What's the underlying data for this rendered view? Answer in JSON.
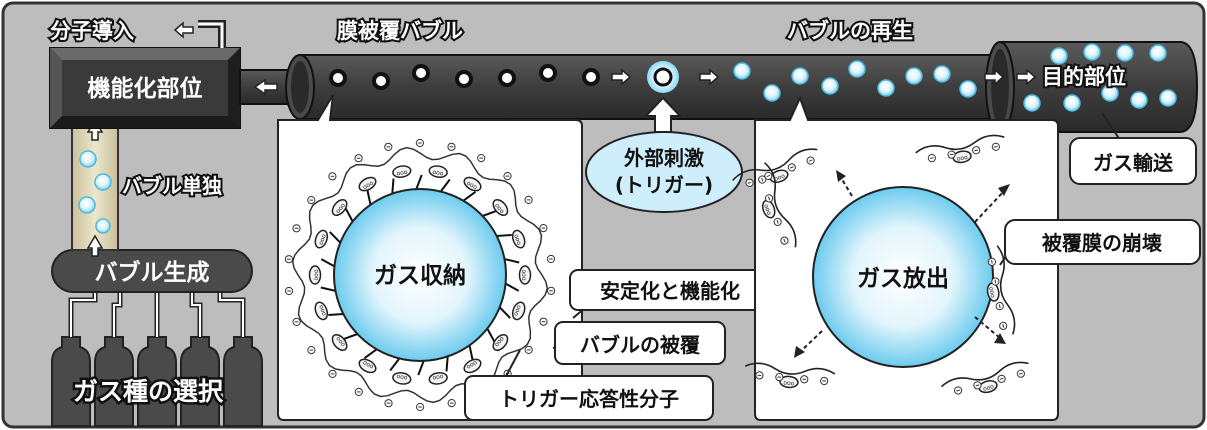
{
  "labels": {
    "molecule_intro": "分子導入",
    "functional_site": "機能化部位",
    "single_bubble": "バブル単独",
    "bubble_generation": "バブル生成",
    "gas_selection": "ガス種の選択",
    "coated_bubble": "膜被覆バブル",
    "bubble_regeneration": "バブルの再生",
    "target_site": "目的部位",
    "gas_transport": "ガス輸送",
    "external_stimulus_1": "外部刺激",
    "external_stimulus_2": "(トリガー)",
    "gas_storage": "ガス収納",
    "gas_release": "ガス放出",
    "stabilization": "安定化と機能化",
    "bubble_coating": "バブルの被覆",
    "trigger_molecule": "トリガー応答性分子",
    "membrane_collapse": "被覆膜の崩壊"
  },
  "colors": {
    "panel_bg": "#bdbdbd",
    "dark": "#3a3a3a",
    "bubble": "#7fd4f0",
    "white": "#ffffff"
  }
}
